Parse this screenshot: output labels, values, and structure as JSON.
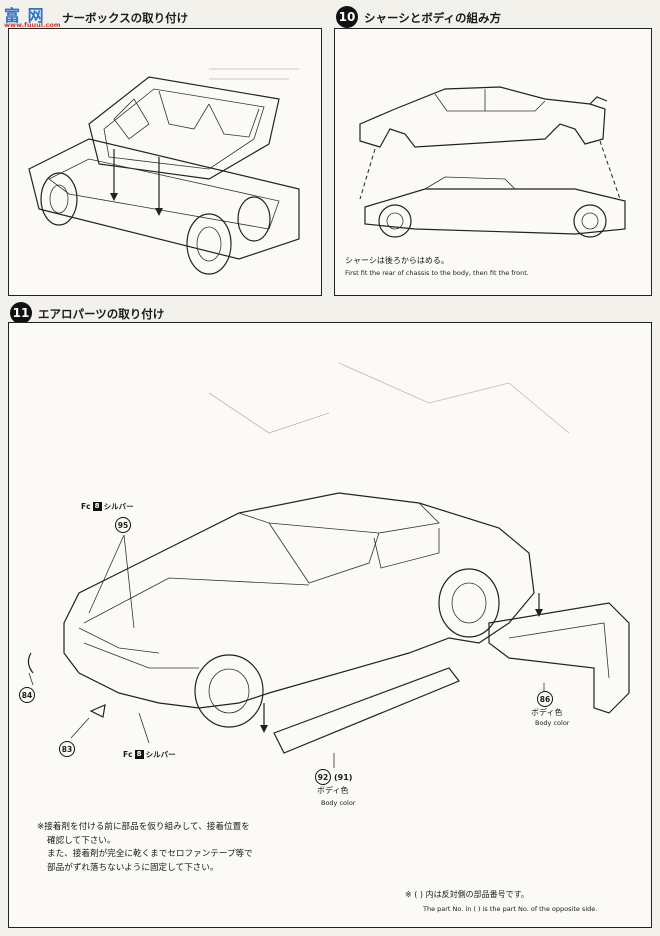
{
  "watermark": {
    "brand": "富 网",
    "url": "www.fuuul.com"
  },
  "step9": {
    "title": "ナーボックスの取り付け"
  },
  "step10": {
    "number": "10",
    "title": "シャーシとボディの組み方",
    "note_jp": "シャーシは後ろからはめる。",
    "note_en": "First fit the rear of chassis to the body, then fit the front."
  },
  "step11": {
    "number": "11",
    "title": "エアロパーツの取り付け",
    "paint_top": {
      "code": "8",
      "prefix": "Fc",
      "label": "シルバー"
    },
    "paint_bottom": {
      "code": "8",
      "prefix": "Fc",
      "label": "シルバー"
    },
    "parts": {
      "p95": "95",
      "p84": "84",
      "p83": "83",
      "p86": "86",
      "p92": "92",
      "p91": "(91)"
    },
    "body_color_jp_1": "ボディ色",
    "body_color_en_1": "Body color",
    "body_color_jp_2": "ボディ色",
    "body_color_en_2": "Body color",
    "notes": [
      "※接着剤を付ける前に部品を仮り組みして、接着位置を",
      "確認して下さい。",
      "また、接着剤が完全に乾くまでセロファンテープ等で",
      "部品がずれ落ちないように固定して下さい。"
    ],
    "footnote_jp": "※ (   ) 内は反対側の部品番号です。",
    "footnote_en": "The part No. in (   ) is the part No. of the opposite side."
  }
}
